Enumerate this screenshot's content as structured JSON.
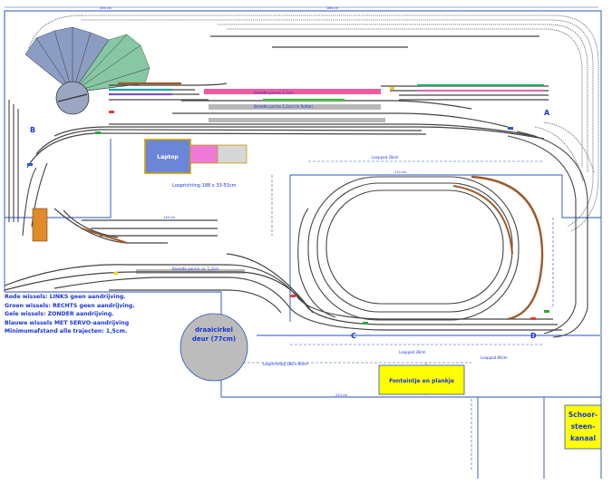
{
  "colors": {
    "frame": "#2a52b8",
    "track": "#4a4a4a",
    "legend_text": "#1a35d6",
    "laptop_box": "#6b86d6",
    "laptop_border": "#c9a000",
    "pink_box": "#f07ad8",
    "yellow_box": "#ffff00",
    "circle_fill": "#bcbcbc",
    "turntable_fill": "#9aa6c2"
  },
  "labels": {
    "laptop": "Laptop",
    "circle_line1": "draaicirkel",
    "circle_line2": "deur (77cm)",
    "fonteintje": "Fonteintje en plankje",
    "schoorsteen_line1": "Schoor-",
    "schoorsteen_line2": "steen-",
    "schoorsteen_line3": "kanaal",
    "marker_a": "A",
    "marker_b": "B",
    "marker_c": "C",
    "marker_d": "D",
    "looprichting": "Looprichting 188 x 33-53cm",
    "looppad_top": "Looppad 28cm",
    "looppad_bottom": "Looppad 28cm",
    "looprichting_bottom": "Looprichting 188 x 80cm",
    "looppad_right": "Looppad 80cm",
    "breedte_1": "Breedte perron 1,2cm",
    "breedte_2": "Breedte perron 1,2cm (in Rotter)",
    "breedte_3": "Breedte perron ca. 1,2cm",
    "dim_200": "200 cm",
    "dim_188": "188 cm",
    "dim_210": "210 cm",
    "dim_223": "223 cm",
    "dim_145": "145 cm"
  },
  "legend": [
    "Rode wissels: LINKS geen aandrijving.",
    "Groen wissels: RECHTS geen aandrijving.",
    "Gele wissels: ZONDER aandrijving.",
    "Blauwe wissels MET SERVO-aandrijving",
    "Minimumafstand alle trajecten: 1,5cm."
  ]
}
